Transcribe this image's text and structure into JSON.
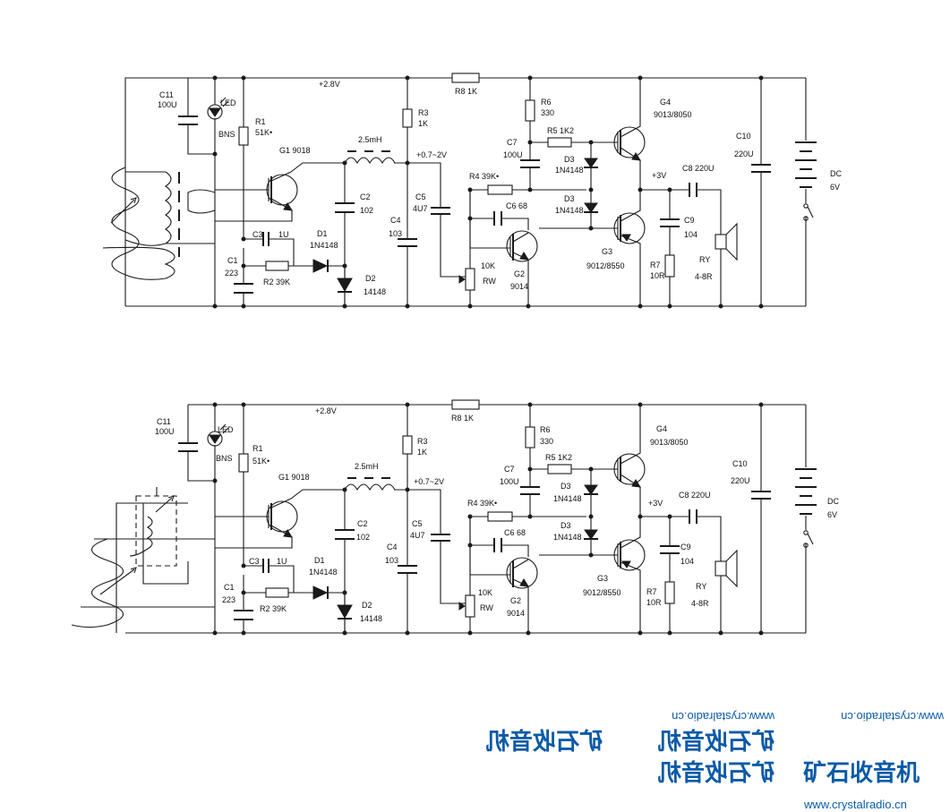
{
  "labels": {
    "C11": "C11",
    "C11v": "100U",
    "LED": "LED",
    "BNS": "BNS",
    "R1": "R1",
    "R1v": "51K•",
    "rail": "+2.8V",
    "R8": "R8  1K",
    "R3": "R3",
    "R3v": "1K",
    "R6": "R6",
    "R6v": "330",
    "G4": "G4",
    "G4v": "9013/8050",
    "C10": "C10",
    "C10v": "220U",
    "DC": "DC",
    "DCv": "6V",
    "G1": "G1  9018",
    "L": "2.5mH",
    "vb": "+0.7~2V",
    "C7": "C7",
    "C7v": "100U",
    "R5": "R5  1K2",
    "D3a": "D3",
    "D3av": "1N4148",
    "D3b": "D3",
    "D3bv": "1N4148",
    "C2": "C2",
    "C2v": "102",
    "R4": "R4  39K•",
    "C5": "C5",
    "C5v": "4U7",
    "v3": "+3V",
    "C8": "C8  220U",
    "C6": "C6  68",
    "C4": "C4",
    "C4v": "103",
    "C9": "C9",
    "C9v": "104",
    "C3": "C3",
    "C3v": "1U",
    "D1": "D1",
    "D1v": "1N4148",
    "C1": "C1",
    "C1v": "223",
    "R2": "R2  39K",
    "D2": "D2",
    "D2v": "14148",
    "RW": "10K",
    "RWv": "RW",
    "G2": "G2",
    "G2v": "9014",
    "G3": "G3",
    "G3v": "9012/8550",
    "R7": "R7",
    "R7v": "10R",
    "RY": "RY",
    "RYv": "4-8R"
  },
  "watermark": {
    "cn": "矿石收音机",
    "url": "www.crystalradio.cn"
  }
}
